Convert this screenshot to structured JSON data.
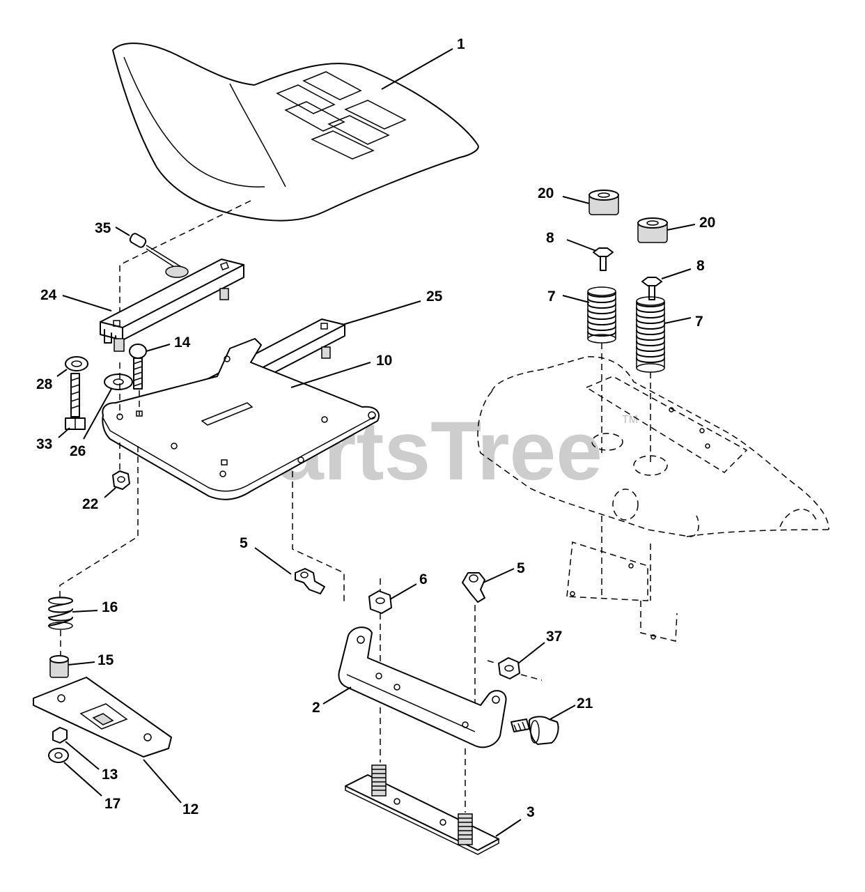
{
  "watermark": {
    "text": "PartsTree",
    "trademark": "TM"
  },
  "callouts": {
    "c1": "1",
    "c2": "2",
    "c3": "3",
    "c5a": "5",
    "c5b": "5",
    "c6": "6",
    "c7a": "7",
    "c7b": "7",
    "c8a": "8",
    "c8b": "8",
    "c10": "10",
    "c12": "12",
    "c13": "13",
    "c14": "14",
    "c15": "15",
    "c16": "16",
    "c17": "17",
    "c20a": "20",
    "c20b": "20",
    "c21": "21",
    "c22": "22",
    "c24": "24",
    "c25": "25",
    "c26": "26",
    "c28": "28",
    "c33": "33",
    "c35": "35",
    "c37": "37"
  }
}
